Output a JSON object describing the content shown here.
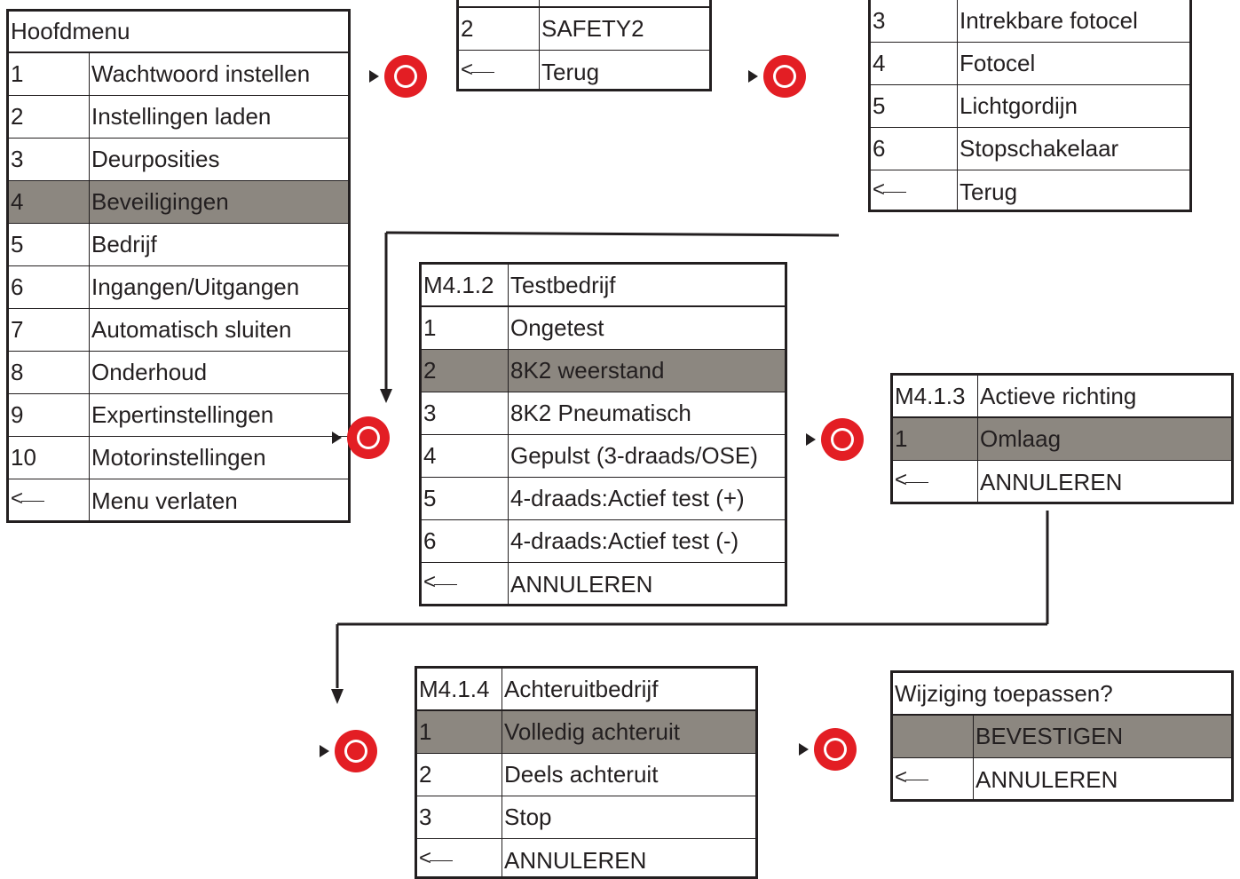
{
  "back_symbol": "<",
  "main_menu": {
    "title": "Hoofdmenu",
    "items": [
      {
        "num": "1",
        "label": "Wachtwoord instellen",
        "selected": false
      },
      {
        "num": "2",
        "label": "Instellingen laden",
        "selected": false
      },
      {
        "num": "3",
        "label": "Deurposities",
        "selected": false
      },
      {
        "num": "4",
        "label": "Beveiligingen",
        "selected": true
      },
      {
        "num": "5",
        "label": "Bedrijf",
        "selected": false
      },
      {
        "num": "6",
        "label": "Ingangen/Uitgangen",
        "selected": false
      },
      {
        "num": "7",
        "label": "Automatisch sluiten",
        "selected": false
      },
      {
        "num": "8",
        "label": "Onderhoud",
        "selected": false
      },
      {
        "num": "9",
        "label": "Expertinstellingen",
        "selected": false
      },
      {
        "num": "10",
        "label": "Motorinstellingen",
        "selected": false
      }
    ],
    "back_label": "Menu verlaten"
  },
  "safety_menu": {
    "items": [
      {
        "num": "2",
        "label": "SAFETY2"
      }
    ],
    "back_label": "Terug"
  },
  "type_menu": {
    "items": [
      {
        "num": "3",
        "label": "Intrekbare fotocel"
      },
      {
        "num": "4",
        "label": "Fotocel"
      },
      {
        "num": "5",
        "label": "Lichtgordijn"
      },
      {
        "num": "6",
        "label": "Stopschakelaar"
      }
    ],
    "back_label": "Terug"
  },
  "test_menu": {
    "code": "M4.1.2",
    "title": "Testbedrijf",
    "items": [
      {
        "num": "1",
        "label": "Ongetest",
        "selected": false
      },
      {
        "num": "2",
        "label": "8K2 weerstand",
        "selected": true
      },
      {
        "num": "3",
        "label": "8K2 Pneumatisch",
        "selected": false
      },
      {
        "num": "4",
        "label": "Gepulst (3-draads/OSE)",
        "selected": false
      },
      {
        "num": "5",
        "label": "4-draads:Actief test (+)",
        "selected": false
      },
      {
        "num": "6",
        "label": "4-draads:Actief test (-)",
        "selected": false
      }
    ],
    "back_label": "ANNULEREN"
  },
  "direction_menu": {
    "code": "M4.1.3",
    "title": "Actieve richting",
    "items": [
      {
        "num": "1",
        "label": "Omlaag",
        "selected": true
      }
    ],
    "back_label": "ANNULEREN"
  },
  "reverse_menu": {
    "code": "M4.1.4",
    "title": "Achteruitbedrijf",
    "items": [
      {
        "num": "1",
        "label": "Volledig achteruit",
        "selected": true
      },
      {
        "num": "2",
        "label": "Deels achteruit",
        "selected": false
      },
      {
        "num": "3",
        "label": "Stop",
        "selected": false
      }
    ],
    "back_label": "ANNULEREN"
  },
  "confirm_menu": {
    "title": "Wijziging toepassen?",
    "confirm_label": "BEVESTIGEN",
    "back_label": "ANNULEREN"
  },
  "colors": {
    "ok_button": "#e31e24",
    "selected_row": "#8c8780",
    "line": "#231f20"
  }
}
